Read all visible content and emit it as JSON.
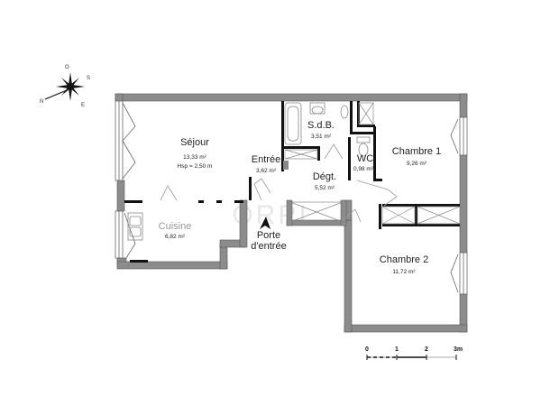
{
  "plan": {
    "watermark": "ORPI",
    "rooms": [
      {
        "id": "sejour",
        "name": "Séjour",
        "area": "13,33 m²",
        "extra": "Hsp = 2,50 m"
      },
      {
        "id": "entree",
        "name": "Entrée",
        "area": "3,62 m²"
      },
      {
        "id": "sdb",
        "name": "S.d.B.",
        "area": "3,51 m²"
      },
      {
        "id": "wc",
        "name": "WC",
        "area": "0,98 m²"
      },
      {
        "id": "chambre1",
        "name": "Chambre 1",
        "area": "9,26 m²"
      },
      {
        "id": "degt",
        "name": "Dégt.",
        "area": "5,52 m²"
      },
      {
        "id": "cuisine",
        "name": "Cuisine",
        "area": "6,82 m²"
      },
      {
        "id": "chambre2",
        "name": "Chambre 2",
        "area": "11,72 m²"
      }
    ],
    "entrance": {
      "line1": "Porte",
      "line2": "d'entrée"
    },
    "compass": {
      "n": "N",
      "s": "S",
      "e": "E",
      "o": "O"
    },
    "scale": {
      "ticks": [
        "0",
        "1",
        "2",
        "3m"
      ]
    },
    "colors": {
      "wall": "#8c8c8c",
      "wall_edge": "#555555",
      "partition": "#111111",
      "fixture": "#9a9a9a"
    }
  }
}
